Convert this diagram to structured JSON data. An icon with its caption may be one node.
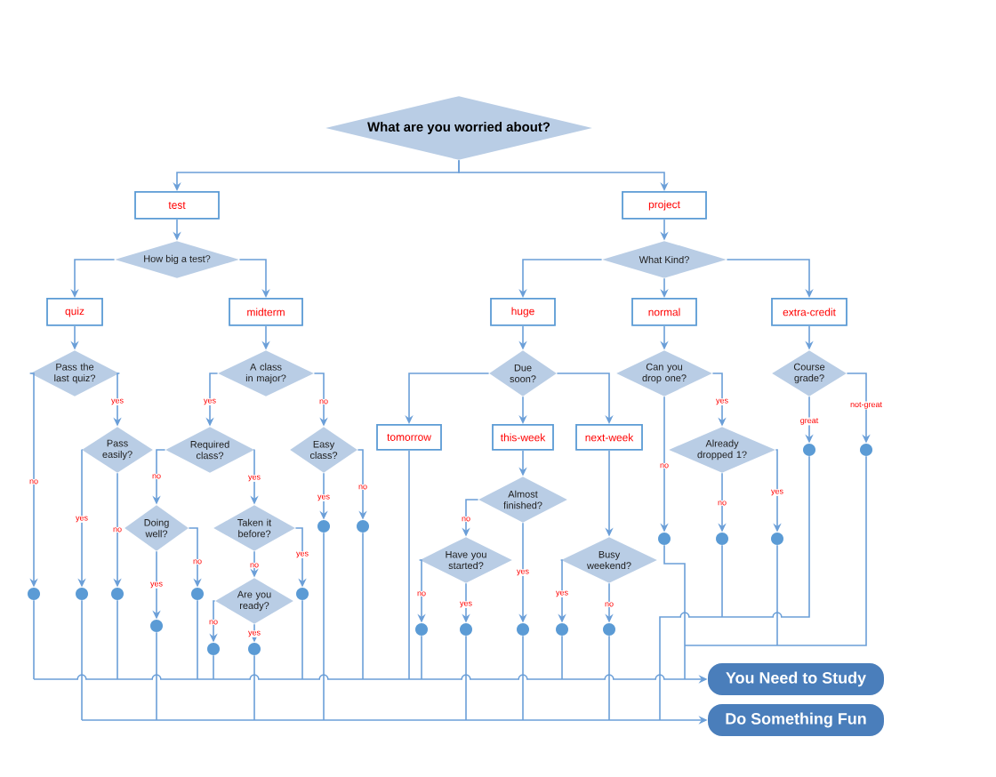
{
  "diagram": {
    "nodes": [
      {
        "text": [
          "What are you worried about?"
        ]
      },
      {
        "text": [
          "test"
        ]
      },
      {
        "text": [
          "project"
        ]
      },
      {
        "text": [
          "How big a test?"
        ]
      },
      {
        "text": [
          "What Kind?"
        ]
      },
      {
        "text": [
          "quiz"
        ]
      },
      {
        "text": [
          "midterm"
        ]
      },
      {
        "text": [
          "huge"
        ]
      },
      {
        "text": [
          "normal"
        ]
      },
      {
        "text": [
          "extra-credit"
        ]
      },
      {
        "text": [
          "Pass the last quiz?"
        ]
      },
      {
        "text": [
          "A class in major?"
        ]
      },
      {
        "text": [
          "Due soon?"
        ]
      },
      {
        "text": [
          "Can you drop one?"
        ]
      },
      {
        "text": [
          "Course grade?"
        ]
      },
      {
        "text": [
          "Pass easily?"
        ]
      },
      {
        "text": [
          "Required class?"
        ]
      },
      {
        "text": [
          "Easy class?"
        ]
      },
      {
        "text": [
          "tomorrow"
        ]
      },
      {
        "text": [
          "this-week"
        ]
      },
      {
        "text": [
          "next-week"
        ]
      },
      {
        "text": [
          "Already dropped 1?"
        ]
      },
      {
        "text": [
          "Almost finished?"
        ]
      },
      {
        "text": [
          "Doing well?"
        ]
      },
      {
        "text": [
          "Taken it before?"
        ]
      },
      {
        "text": [
          "Have you started?"
        ]
      },
      {
        "text": [
          "Busy weekend?"
        ]
      },
      {
        "text": [
          "Are you ready?"
        ]
      },
      {
        "text": [],
        "shape": "circle"
      },
      {
        "text": [],
        "shape": "circle"
      },
      {
        "text": [],
        "shape": "circle"
      },
      {
        "text": [],
        "shape": "circle"
      },
      {
        "text": [],
        "shape": "circle"
      },
      {
        "text": [],
        "shape": "circle"
      },
      {
        "text": [],
        "shape": "circle"
      },
      {
        "text": [],
        "shape": "circle"
      },
      {
        "text": [],
        "shape": "circle"
      },
      {
        "text": [],
        "shape": "circle"
      },
      {
        "text": [],
        "shape": "circle"
      },
      {
        "text": [],
        "shape": "circle"
      },
      {
        "text": [],
        "shape": "circle"
      },
      {
        "text": [],
        "shape": "circle"
      },
      {
        "text": [],
        "shape": "circle"
      },
      {
        "text": [],
        "shape": "circle"
      },
      {
        "text": [],
        "shape": "circle"
      },
      {
        "text": [],
        "shape": "circle"
      },
      {
        "text": [],
        "shape": "circle"
      },
      {
        "text": [],
        "shape": "circle"
      },
      {
        "text": [
          "You Need to Study"
        ]
      },
      {
        "text": [
          "Do Something Fun"
        ]
      }
    ],
    "edges": [
      {
        "from": 0,
        "to": 1,
        "arrow": "to"
      },
      {
        "from": 0,
        "to": 2,
        "arrow": "to"
      },
      {
        "from": 1,
        "to": 3,
        "arrow": "to"
      },
      {
        "from": 2,
        "to": 4,
        "arrow": "to"
      },
      {
        "from": 3,
        "to": 5,
        "arrow": "to"
      },
      {
        "from": 3,
        "to": 6,
        "arrow": "to"
      },
      {
        "from": 4,
        "to": 7,
        "arrow": "to"
      },
      {
        "from": 4,
        "to": 8,
        "arrow": "to"
      },
      {
        "from": 4,
        "to": 9,
        "arrow": "to"
      },
      {
        "from": 5,
        "to": 10,
        "arrow": "to"
      },
      {
        "from": 6,
        "to": 11,
        "arrow": "to"
      },
      {
        "from": 7,
        "to": 12,
        "arrow": "to"
      },
      {
        "from": 8,
        "to": 13,
        "arrow": "to"
      },
      {
        "from": 9,
        "to": 14,
        "arrow": "to"
      },
      {
        "from": 10,
        "to": 28,
        "arrow": "to",
        "label": "no"
      },
      {
        "from": 10,
        "to": 15,
        "arrow": "to",
        "label": "yes"
      },
      {
        "from": 11,
        "to": 16,
        "arrow": "to",
        "label": "yes"
      },
      {
        "from": 11,
        "to": 17,
        "arrow": "to",
        "label": "no"
      },
      {
        "from": 12,
        "to": 18,
        "arrow": "to"
      },
      {
        "from": 12,
        "to": 19,
        "arrow": "to"
      },
      {
        "from": 12,
        "to": 20,
        "arrow": "to"
      },
      {
        "from": 13,
        "to": 43,
        "arrow": "to",
        "label": "no"
      },
      {
        "from": 13,
        "to": 21,
        "arrow": "to",
        "label": "yes"
      },
      {
        "from": 14,
        "to": 46,
        "arrow": "to",
        "label": "great"
      },
      {
        "from": 14,
        "to": 47,
        "arrow": "to",
        "label": "not-great"
      },
      {
        "from": 15,
        "to": 29,
        "arrow": "to",
        "label": "yes"
      },
      {
        "from": 15,
        "to": 30,
        "arrow": "to",
        "label": "no"
      },
      {
        "from": 16,
        "to": 23,
        "arrow": "to",
        "label": "no"
      },
      {
        "from": 16,
        "to": 24,
        "arrow": "to",
        "label": "yes"
      },
      {
        "from": 17,
        "to": 36,
        "arrow": "to",
        "label": "yes"
      },
      {
        "from": 17,
        "to": 37,
        "arrow": "to",
        "label": "no"
      },
      {
        "from": 19,
        "to": 22,
        "arrow": "to"
      },
      {
        "from": 20,
        "to": 26,
        "arrow": "to"
      },
      {
        "from": 21,
        "to": 44,
        "arrow": "to",
        "label": "no"
      },
      {
        "from": 21,
        "to": 45,
        "arrow": "to",
        "label": "yes"
      },
      {
        "from": 22,
        "to": 25,
        "arrow": "to",
        "label": "no"
      },
      {
        "from": 22,
        "to": 40,
        "arrow": "to",
        "label": "yes"
      },
      {
        "from": 23,
        "to": 31,
        "arrow": "to",
        "label": "yes"
      },
      {
        "from": 23,
        "to": 32,
        "arrow": "to",
        "label": "no"
      },
      {
        "from": 24,
        "to": 27,
        "arrow": "to",
        "label": "no"
      },
      {
        "from": 24,
        "to": 35,
        "arrow": "to",
        "label": "yes"
      },
      {
        "from": 25,
        "to": 38,
        "arrow": "to",
        "label": "no"
      },
      {
        "from": 25,
        "to": 39,
        "arrow": "to",
        "label": "yes"
      },
      {
        "from": 26,
        "to": 41,
        "arrow": "to",
        "label": "yes"
      },
      {
        "from": 26,
        "to": 42,
        "arrow": "to",
        "label": "no"
      },
      {
        "from": 27,
        "to": 33,
        "arrow": "to",
        "label": "no"
      },
      {
        "from": 27,
        "to": 34,
        "arrow": "to",
        "label": "yes"
      },
      {
        "from": 18,
        "to": 48,
        "arrow": "to"
      },
      {
        "from": 28,
        "to": 48,
        "arrow": "to"
      },
      {
        "from": 30,
        "to": 48,
        "arrow": "to"
      },
      {
        "from": 32,
        "to": 48,
        "arrow": "to"
      },
      {
        "from": 33,
        "to": 48,
        "arrow": "to"
      },
      {
        "from": 35,
        "to": 48,
        "arrow": "to"
      },
      {
        "from": 37,
        "to": 48,
        "arrow": "to"
      },
      {
        "from": 38,
        "to": 48,
        "arrow": "to"
      },
      {
        "from": 41,
        "to": 48,
        "arrow": "to"
      },
      {
        "from": 43,
        "to": 48,
        "arrow": "to"
      },
      {
        "from": 45,
        "to": 48,
        "arrow": "to"
      },
      {
        "from": 47,
        "to": 48,
        "arrow": "to"
      },
      {
        "from": 29,
        "to": 49,
        "arrow": "to"
      },
      {
        "from": 31,
        "to": 49,
        "arrow": "to"
      },
      {
        "from": 34,
        "to": 49,
        "arrow": "to"
      },
      {
        "from": 36,
        "to": 49,
        "arrow": "to"
      },
      {
        "from": 39,
        "to": 49,
        "arrow": "to"
      },
      {
        "from": 40,
        "to": 49,
        "arrow": "to"
      },
      {
        "from": 42,
        "to": 49,
        "arrow": "to"
      },
      {
        "from": 44,
        "to": 49,
        "arrow": "to"
      },
      {
        "from": 46,
        "to": 49,
        "arrow": "to"
      }
    ]
  }
}
